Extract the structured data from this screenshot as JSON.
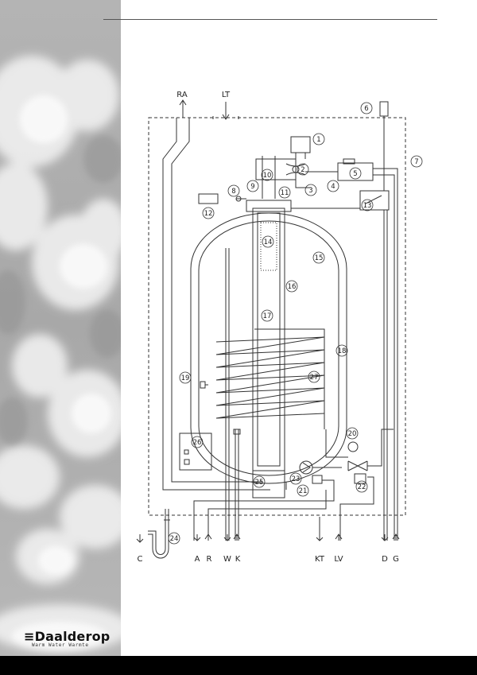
{
  "brand": {
    "name": "Daalderop",
    "tagline": "Warm Water Warmte"
  },
  "labels": {
    "RA": "RA",
    "LT": "LT",
    "C": "C",
    "A": "A",
    "R": "R",
    "W": "W",
    "K": "K",
    "KT": "KT",
    "LV": "LV",
    "D": "D",
    "G": "G"
  },
  "callouts": [
    "1",
    "2",
    "3",
    "4",
    "5",
    "6",
    "7",
    "8",
    "9",
    "10",
    "11",
    "12",
    "13",
    "14",
    "15",
    "16",
    "17",
    "18",
    "19",
    "20",
    "21",
    "22",
    "23",
    "24",
    "25",
    "26",
    "27"
  ]
}
